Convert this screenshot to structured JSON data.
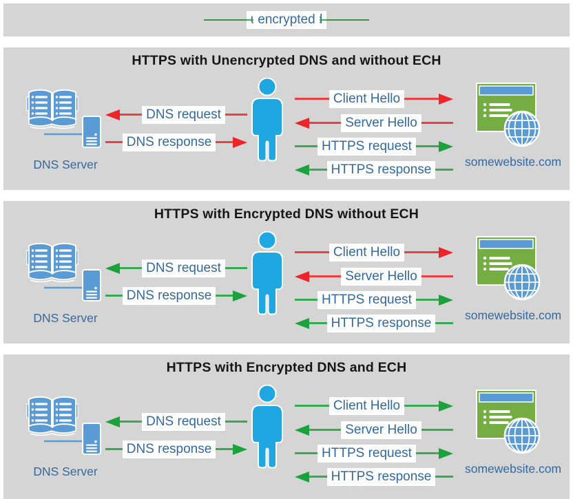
{
  "colors": {
    "unencrypted": "#ee2429",
    "encrypted": "#1ba23c",
    "person_blue": "#1ea7e0",
    "device_blue": "#5b9bd5",
    "website_green": "#74ad42",
    "label_text": "#34699f",
    "title_text": "#161616",
    "panel_bg": "#d5d5d5"
  },
  "legend": {
    "items": [
      {
        "label": "unencrypted",
        "status": "unencrypted"
      },
      {
        "label": "encrypted",
        "status": "encrypted"
      }
    ]
  },
  "panels": [
    {
      "title": "HTTPS with Unencrypted DNS and without ECH",
      "dns_server_label": "DNS Server",
      "website_label": "somewebsite.com",
      "arrows": [
        {
          "label": "DNS request",
          "direction": "left",
          "status": "unencrypted"
        },
        {
          "label": "DNS response",
          "direction": "right",
          "status": "unencrypted"
        },
        {
          "label": "Client Hello",
          "direction": "right",
          "status": "unencrypted"
        },
        {
          "label": "Server Hello",
          "direction": "left",
          "status": "unencrypted"
        },
        {
          "label": "HTTPS request",
          "direction": "right",
          "status": "encrypted"
        },
        {
          "label": "HTTPS response",
          "direction": "left",
          "status": "encrypted"
        }
      ]
    },
    {
      "title": "HTTPS with Encrypted DNS without ECH",
      "dns_server_label": "DNS Server",
      "website_label": "somewebsite.com",
      "arrows": [
        {
          "label": "DNS request",
          "direction": "left",
          "status": "encrypted"
        },
        {
          "label": "DNS response",
          "direction": "right",
          "status": "encrypted"
        },
        {
          "label": "Client Hello",
          "direction": "right",
          "status": "unencrypted"
        },
        {
          "label": "Server Hello",
          "direction": "left",
          "status": "unencrypted"
        },
        {
          "label": "HTTPS request",
          "direction": "right",
          "status": "encrypted"
        },
        {
          "label": "HTTPS response",
          "direction": "left",
          "status": "encrypted"
        }
      ]
    },
    {
      "title": "HTTPS with Encrypted DNS and ECH",
      "dns_server_label": "DNS Server",
      "website_label": "somewebsite.com",
      "arrows": [
        {
          "label": "DNS request",
          "direction": "left",
          "status": "encrypted"
        },
        {
          "label": "DNS response",
          "direction": "right",
          "status": "encrypted"
        },
        {
          "label": "Client Hello",
          "direction": "right",
          "status": "encrypted"
        },
        {
          "label": "Server Hello",
          "direction": "left",
          "status": "encrypted"
        },
        {
          "label": "HTTPS request",
          "direction": "right",
          "status": "encrypted"
        },
        {
          "label": "HTTPS response",
          "direction": "left",
          "status": "encrypted"
        }
      ]
    }
  ]
}
